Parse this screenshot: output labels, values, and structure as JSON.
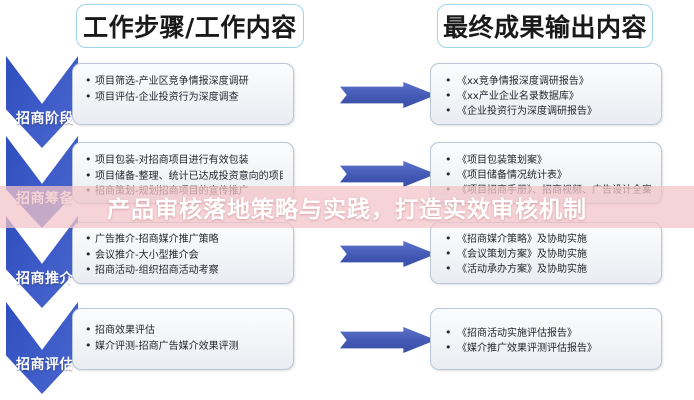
{
  "headers": {
    "left": "工作步骤/工作内容",
    "right": "最终成果输出内容"
  },
  "stages": [
    {
      "label": "招商阶段"
    },
    {
      "label": "招商筹备"
    },
    {
      "label": "招商推介"
    },
    {
      "label": "招商评估"
    }
  ],
  "rows": [
    {
      "steps": [
        "项目筛选-产业区竞争情报深度调研",
        "项目评估-企业投资行为深度调查"
      ],
      "outputs": [
        "《xx竞争情报深度调研报告》",
        "《xx产业企业名录数据库》",
        "《企业投资行为深度调研报告》"
      ]
    },
    {
      "steps": [
        "项目包装-对招商项目进行有效包装",
        "项目储备-整理、统计已达成投资意向的项目表",
        "招商策划-规划招商项目的宣传推广"
      ],
      "outputs": [
        "《项目包装策划案》",
        "《项目储备情况统计表》",
        "《项目招商手册》、招商视频、广告设计全案"
      ]
    },
    {
      "steps": [
        "广告推介-招商媒介推广策略",
        "会议推介-大小型推介会",
        "招商活动-组织招商活动考察"
      ],
      "outputs": [
        "《招商媒介策略》及协助实施",
        "《会议策划方案》及协助实施",
        "《活动承办方案》及协助实施"
      ]
    },
    {
      "steps": [
        "招商效果评估",
        "媒介评测-招商广告媒介效果评测"
      ],
      "outputs": [
        "《招商活动实施评估报告》",
        "《媒介推广效果评测评估报告》"
      ]
    }
  ],
  "watermark": {
    "text": "产品审核落地策略与实践，打造实效审核机制"
  },
  "colors": {
    "stage_blue": "#3c5ac6",
    "arrow_blue": "#4459b4",
    "header_border": "#9fd4e8",
    "card_border": "#b9c6d6",
    "watermark_band": "#f3c4c8"
  }
}
